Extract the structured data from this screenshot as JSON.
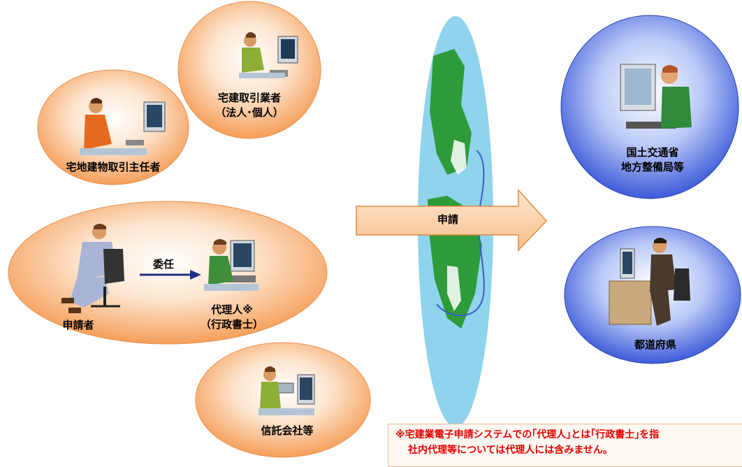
{
  "nodes": {
    "dealer": {
      "line1": "宅建取引業者",
      "line2": "（法人･個人）"
    },
    "manager": {
      "label": "宅地建物取引主任者"
    },
    "applicant": {
      "label": "申請者"
    },
    "delegation": {
      "label": "委任"
    },
    "agent": {
      "line1": "代理人※",
      "line2": "（行政書士）"
    },
    "trust": {
      "label": "信託会社等"
    },
    "mlit": {
      "line1": "国土交通省",
      "line2": "地方整備局等"
    },
    "prefecture": {
      "label": "都道府県"
    }
  },
  "flow": {
    "label": "申請"
  },
  "footnote": {
    "line1": "※宅建業電子申請システムでの｢代理人｣とは｢行政書士｣を指",
    "line2": "社内代理等については代理人には含みません。"
  },
  "colors": {
    "orange_fill": "#fbb47a",
    "blue_fill": "#4f6fe0",
    "arrow_fill": "#fcd6b0",
    "note_text": "#e60000",
    "globe_ocean": "#8fd3ec",
    "globe_land": "#2e9b3a"
  }
}
